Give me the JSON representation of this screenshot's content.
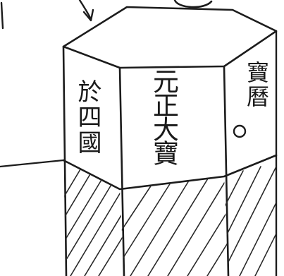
{
  "sketch": {
    "left_face_text": "於四國",
    "center_face_text": "元正大寶",
    "right_face_text": "寶曆"
  }
}
